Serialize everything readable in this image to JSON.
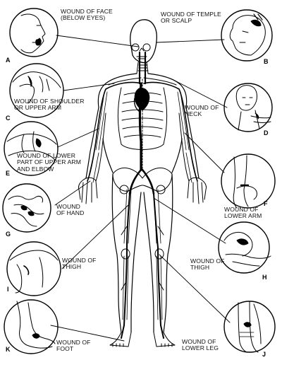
{
  "labels": {
    "a": {
      "text": "WOUND OF FACE\n(BELOW EYES)",
      "letter": "A"
    },
    "b": {
      "text": "WOUND OF TEMPLE\nOR SCALP",
      "letter": "B"
    },
    "c": {
      "text": "WOUND OF SHOULDER\nOR UPPER ARM",
      "letter": "C"
    },
    "d": {
      "text": "WOUND OF\nNECK",
      "letter": "D"
    },
    "e": {
      "text": "WOUND OF LOWER\nPART OF UPPER ARM\nAND ELBOW",
      "letter": "E"
    },
    "f": {
      "text": "WOUND OF\nLOWER ARM",
      "letter": "F"
    },
    "g": {
      "text": "WOUND\nOF HAND",
      "letter": "G"
    },
    "h": {
      "text": "WOUND OF\nTHIGH",
      "letter": "H"
    },
    "i": {
      "text": "WOUND OF\nTHIGH",
      "letter": "I"
    },
    "j": {
      "text": "WOUND OF\nLOWER LEG",
      "letter": "J"
    },
    "k": {
      "text": "WOUND OF\nFOOT",
      "letter": "K"
    }
  }
}
